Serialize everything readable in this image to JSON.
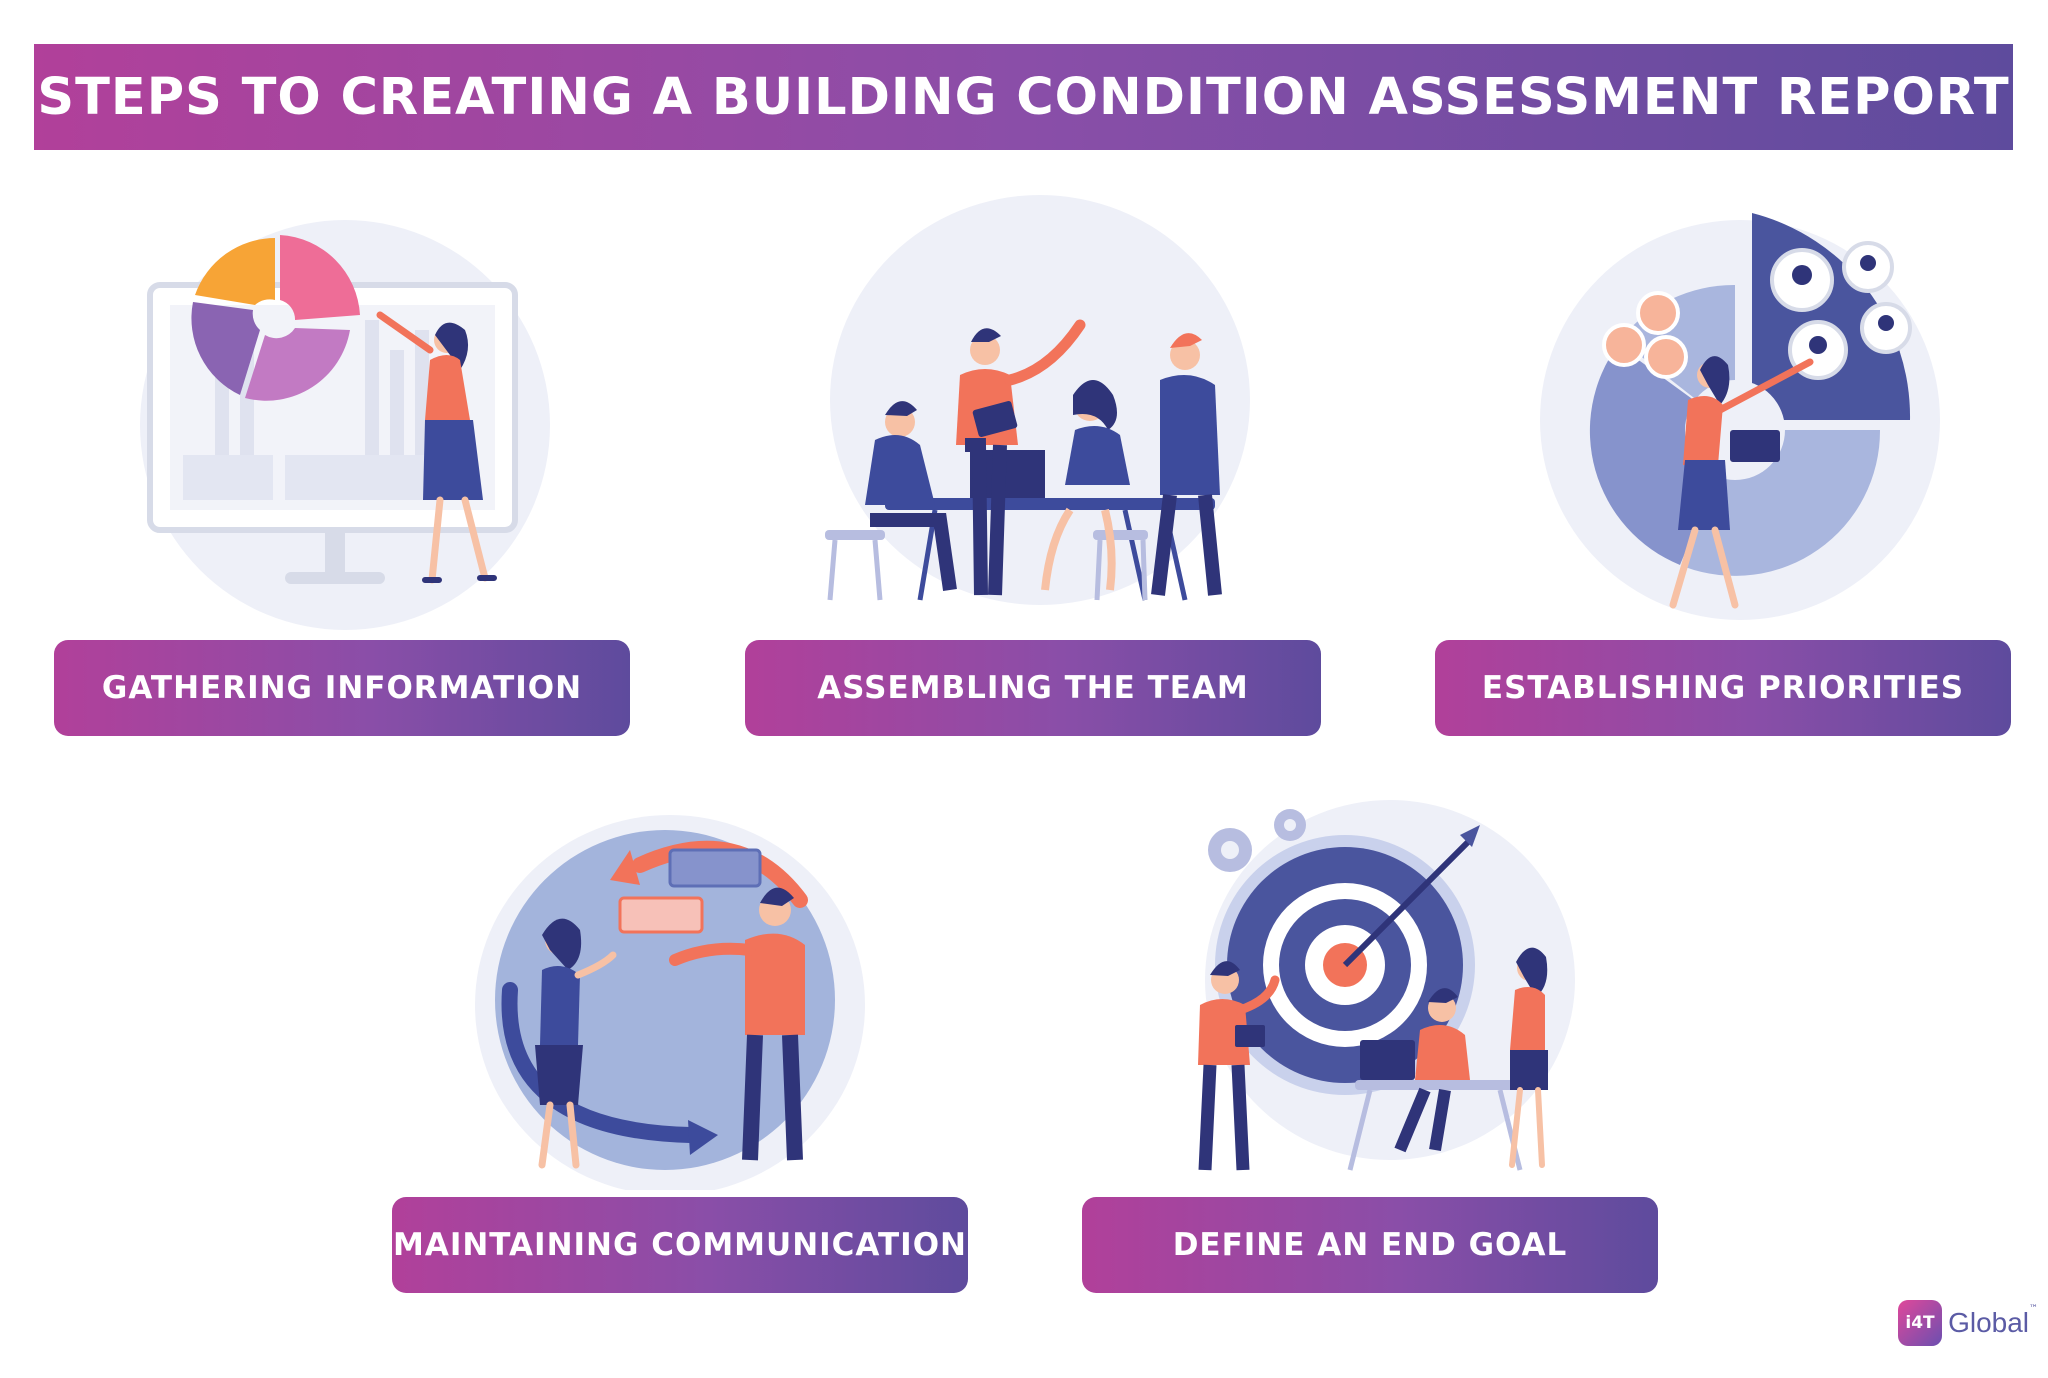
{
  "title": "STEPS TO CREATING A BUILDING CONDITION ASSESSMENT REPORT",
  "steps": [
    {
      "label": "GATHERING INFORMATION",
      "icon": "data-presentation-illustration"
    },
    {
      "label": "ASSEMBLING THE TEAM",
      "icon": "team-meeting-illustration"
    },
    {
      "label": "ESTABLISHING PRIORITIES",
      "icon": "priorities-pie-illustration"
    },
    {
      "label": "MAINTAINING COMMUNICATION",
      "icon": "communication-illustration"
    },
    {
      "label": "DEFINE AN END GOAL",
      "icon": "target-goal-illustration"
    }
  ],
  "logo": {
    "badge": "i4T",
    "word": "Global",
    "tm": "™"
  },
  "colors": {
    "magenta": "#b1409a",
    "violet": "#5e4b9d",
    "coral": "#f2735a",
    "navy": "#2f3479",
    "lavender": "#e9ebf6"
  }
}
